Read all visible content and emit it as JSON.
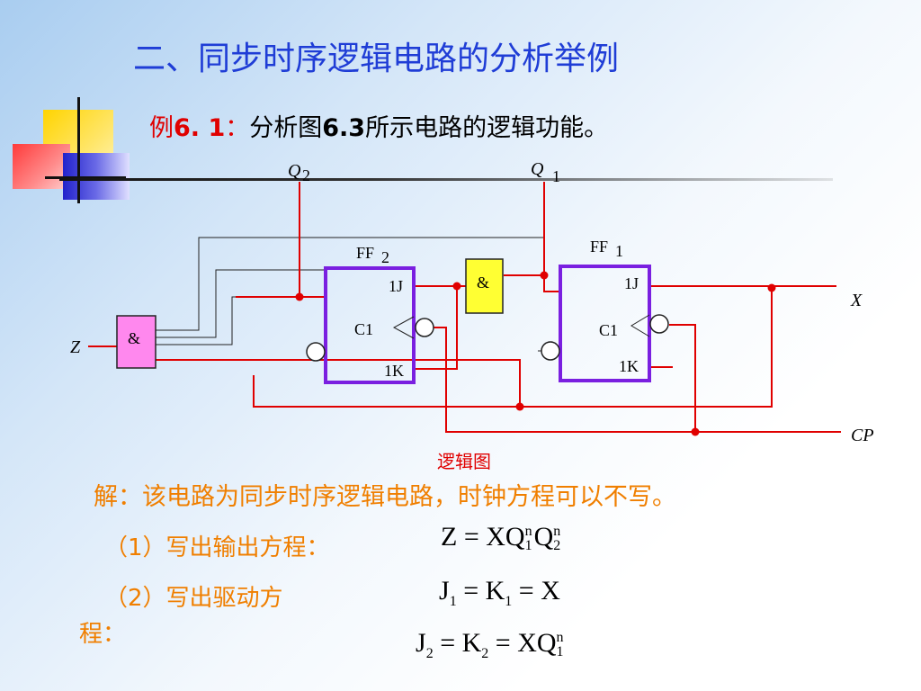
{
  "title": "二、同步时序逻辑电路的分析举例",
  "example": {
    "prefix": "例",
    "number": "6. 1",
    "colon": "：",
    "text_a": "分析图",
    "fig": "6.3",
    "text_b": "所示电路的逻辑功能。"
  },
  "circuit": {
    "label_q2": "Q",
    "label_q2_sub": "2",
    "label_q1": "Q",
    "label_q1_sub": "1",
    "ff2": "FF",
    "ff2_sub": "2",
    "ff1": "FF",
    "ff1_sub": "1",
    "and_symbol": "&",
    "j_label": "1J",
    "c_label": "C1",
    "k_label": "1K",
    "x_label": "X",
    "z_label": "Z",
    "cp_label": "CP",
    "caption": "逻辑图"
  },
  "solution": {
    "intro": "解：该电路为同步时序逻辑电路，时钟方程可以不写。",
    "step1": "（1）写出输出方程：",
    "step2": "（2）写出驱动方",
    "step2_cont": "程："
  },
  "equations": {
    "eq1": {
      "lhs": "Z",
      "eq": "=",
      "x": "X",
      "q": "Q",
      "q1_sup": "n",
      "q1_sub": "1",
      "q2_sup": "n",
      "q2_sub": "2"
    },
    "eq2": {
      "j": "J",
      "j_sub": "1",
      "eq": "=",
      "k": "K",
      "k_sub": "1",
      "rhs": "X"
    },
    "eq3": {
      "j": "J",
      "j_sub": "2",
      "eq": "=",
      "k": "K",
      "k_sub": "2",
      "x": "X",
      "q": "Q",
      "q_sup": "n",
      "q_sub": "1"
    }
  },
  "colors": {
    "title": "#1f3dd6",
    "wire": "#e00000",
    "ff_border": "#7a1fe0",
    "and1_fill": "#ffff33",
    "and2_fill": "#ff88ee",
    "solution_text": "#f07f00"
  }
}
